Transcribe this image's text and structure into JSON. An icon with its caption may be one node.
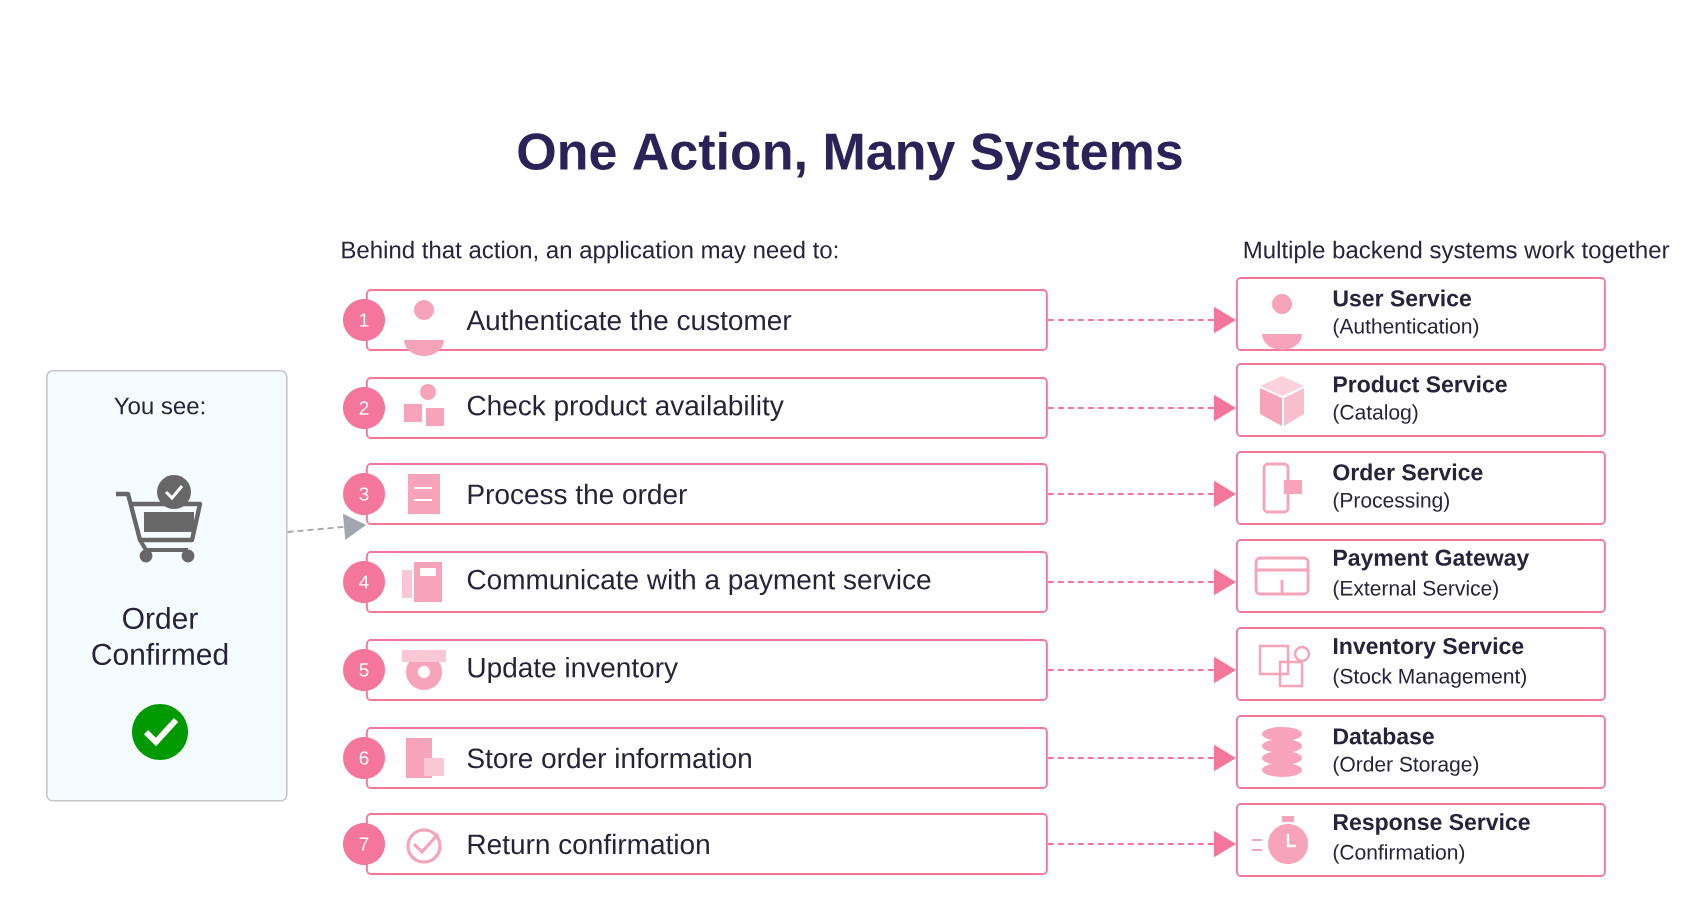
{
  "diagram": {
    "title": "One Action, Many Systems",
    "nodes": [
      {
        "text": [
          "You see:",
          "Order Confirmed"
        ]
      },
      {
        "text": [
          "1",
          "Authenticate the customer"
        ]
      },
      {
        "text": [
          "2",
          "Check product availability"
        ]
      },
      {
        "text": [
          "3",
          "Process the order"
        ]
      },
      {
        "text": [
          "4",
          "Communicate with a payment service"
        ]
      },
      {
        "text": [
          "5",
          "Update inventory"
        ]
      },
      {
        "text": [
          "6",
          "Store order information"
        ]
      },
      {
        "text": [
          "7",
          "Return confirmation"
        ]
      },
      {
        "text": [
          "User Service",
          "(Authentication)"
        ]
      },
      {
        "text": [
          "Product Service",
          "(Catalog)"
        ]
      },
      {
        "text": [
          "Order Service",
          "(Processing)"
        ]
      },
      {
        "text": [
          "Payment Gateway",
          "(External Service)"
        ]
      },
      {
        "text": [
          "Inventory Service",
          "(Stock Management)"
        ]
      },
      {
        "text": [
          "Database",
          "(Order Storage)"
        ]
      },
      {
        "text": [
          "Response Service",
          "(Confirmation)"
        ]
      }
    ],
    "edges": [
      {
        "from": 0,
        "to": 3,
        "arrow": "to",
        "style": "dashed",
        "color": "#a3a6b0"
      },
      {
        "from": 1,
        "to": 8,
        "arrow": "to",
        "style": "dashed"
      },
      {
        "from": 2,
        "to": 9,
        "arrow": "to",
        "style": "dashed"
      },
      {
        "from": 3,
        "to": 10,
        "arrow": "to",
        "style": "dashed"
      },
      {
        "from": 4,
        "to": 11,
        "arrow": "to",
        "style": "dashed"
      },
      {
        "from": 5,
        "to": 12,
        "arrow": "to",
        "style": "dashed"
      },
      {
        "from": 6,
        "to": 13,
        "arrow": "to",
        "style": "dashed"
      },
      {
        "from": 7,
        "to": 14,
        "arrow": "to",
        "style": "dashed"
      }
    ],
    "labels": [
      "Behind that action, an application may need to:",
      "Multiple backend systems work together"
    ]
  }
}
